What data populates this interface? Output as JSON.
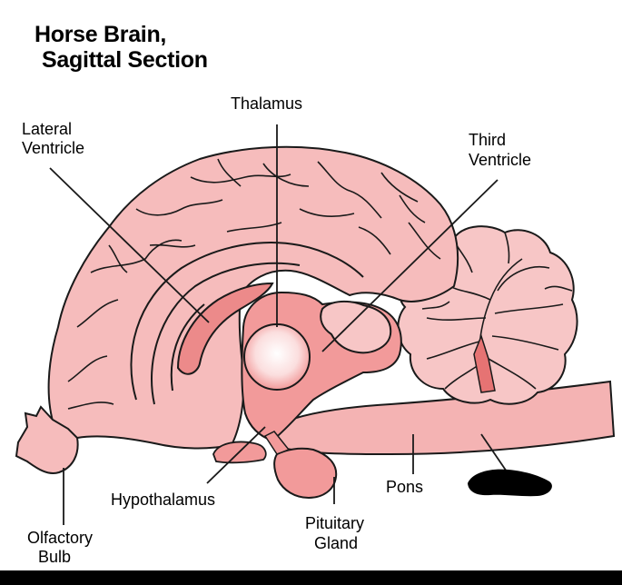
{
  "diagram": {
    "title_line1": "Horse Brain,",
    "title_line2": "Sagittal Section",
    "labels": {
      "thalamus": "Thalamus",
      "lateral_ventricle_1": "Lateral",
      "lateral_ventricle_2": "Ventricle",
      "third_ventricle_1": "Third",
      "third_ventricle_2": "Ventricle",
      "hypothalamus": "Hypothalamus",
      "pons": "Pons",
      "pituitary_1": "Pituitary",
      "pituitary_2": "Gland",
      "olfactory_1": "Olfactory",
      "olfactory_2": "Bulb"
    },
    "colors": {
      "tissue_light": "#f7c6c6",
      "tissue_mid": "#f29a9a",
      "tissue_dark": "#e67373",
      "outline": "#1a1a1a",
      "redaction": "#000000"
    }
  }
}
